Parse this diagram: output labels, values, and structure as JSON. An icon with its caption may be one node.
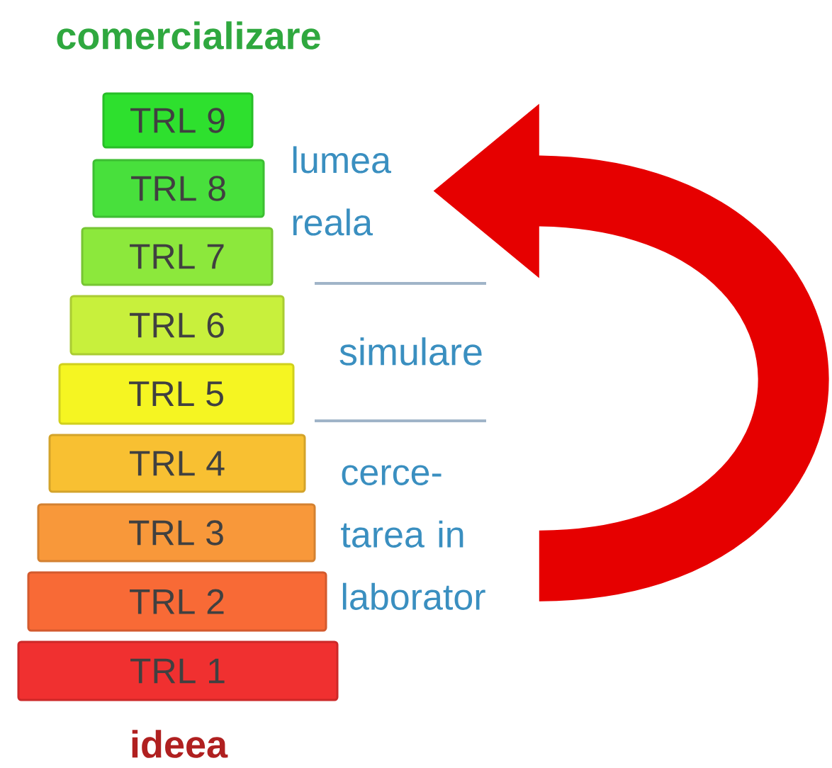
{
  "diagram": {
    "nodes": [
      {
        "text": [
          "TRL 9"
        ]
      },
      {
        "text": [
          "TRL 8"
        ]
      },
      {
        "text": [
          "TRL 7"
        ]
      },
      {
        "text": [
          "TRL 6"
        ]
      },
      {
        "text": [
          "TRL 5"
        ]
      },
      {
        "text": [
          "TRL 4"
        ]
      },
      {
        "text": [
          "TRL 3"
        ]
      },
      {
        "text": [
          "TRL 2"
        ]
      },
      {
        "text": [
          "TRL 1"
        ]
      },
      {
        "text": [
          "lumea reala"
        ]
      },
      {
        "text": [
          "cerce- tarea in laborator"
        ]
      }
    ],
    "edges": [
      {
        "from": 10,
        "to": 9,
        "arrow": "to"
      }
    ],
    "labels": [
      "comercializare",
      "simulare",
      "ideea"
    ]
  }
}
